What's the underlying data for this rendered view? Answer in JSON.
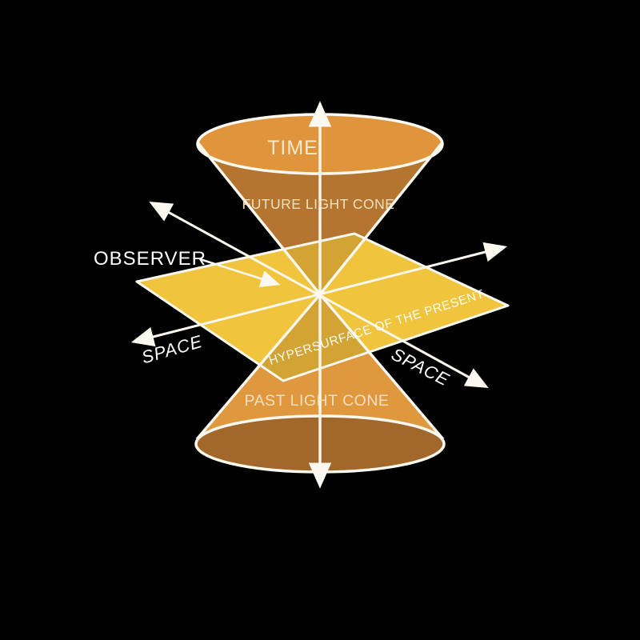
{
  "diagram": {
    "type": "spacetime-light-cone",
    "labels": {
      "time": "TIME",
      "future_light_cone": "FUTURE LIGHT CONE",
      "observer": "OBSERVER",
      "space_left": "SPACE",
      "space_right": "SPACE",
      "hypersurface": "HYPERSURFACE OF THE PRESENT",
      "past_light_cone": "PAST LIGHT CONE"
    },
    "colors": {
      "background": "#000000",
      "future_cone_body": "#B3752F",
      "future_cone_top_face": "#E0943C",
      "past_cone_body": "#E0983E",
      "past_cone_base": "#A2672A",
      "hypersurface_plane": "#F0C43D",
      "cone_shadow_on_plane": "rgba(139,90,30,0.30)",
      "outline": "#FBF8F0",
      "label_cream": "#F2E0BC",
      "label_white": "#FFFFFF"
    }
  }
}
